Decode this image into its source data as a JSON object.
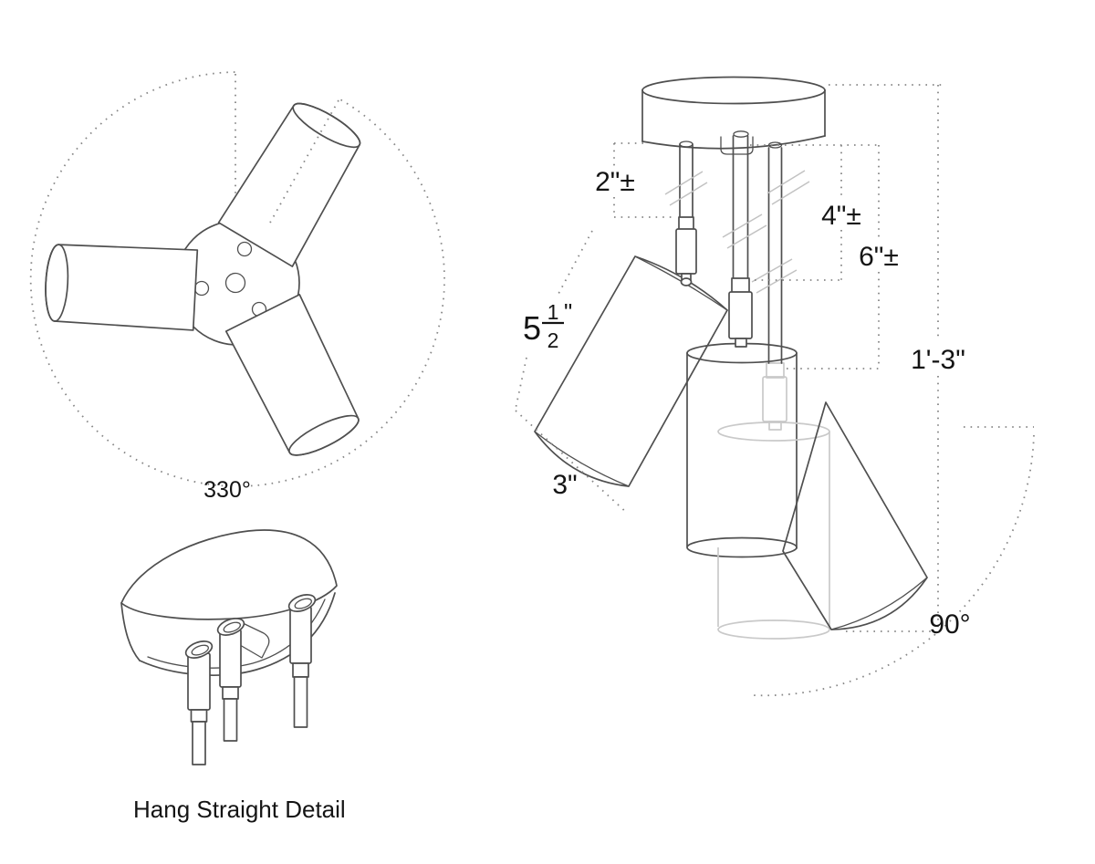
{
  "colors": {
    "line": "#4f4f4f",
    "ghost": "#c9c9c9",
    "dotted": "#878787",
    "break-mark": "#c2c2c2",
    "text": "#141414",
    "background": "#ffffff"
  },
  "top_view": {
    "rotation_range": "330°"
  },
  "side_view": {
    "stem_short": "2\"±",
    "stem_medium": "4\"±",
    "stem_long": "6\"±",
    "overall_height": "1'-3\"",
    "head_tilt_range": "90°",
    "head_length_whole": "5",
    "head_length_numerator": "1",
    "head_length_denominator": "2",
    "head_length_unit": "\"",
    "head_diameter": "3\""
  },
  "hang_straight": {
    "caption": "Hang Straight Detail"
  }
}
